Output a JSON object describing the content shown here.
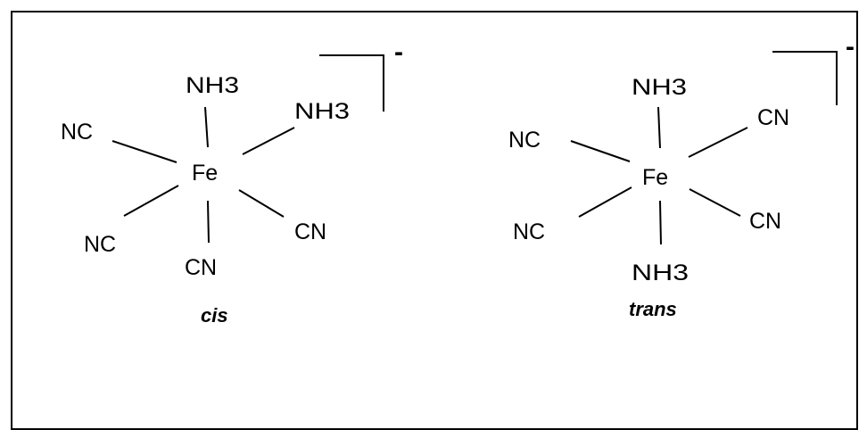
{
  "cis": {
    "center": "Fe",
    "ligands": {
      "top": "NH3",
      "upper_right": "NH3",
      "upper_left": "NC",
      "lower_left": "NC",
      "lower_right": "CN",
      "bottom": "CN"
    },
    "charge": "-",
    "caption": "cis"
  },
  "trans": {
    "center": "Fe",
    "ligands": {
      "top": "NH3",
      "upper_right": "CN",
      "upper_left": "NC",
      "lower_left": "NC",
      "lower_right": "CN",
      "bottom": "NH3"
    },
    "charge": "-",
    "caption": "trans"
  },
  "colors": {
    "line": "#000000",
    "text": "#000000",
    "background": "#ffffff"
  }
}
